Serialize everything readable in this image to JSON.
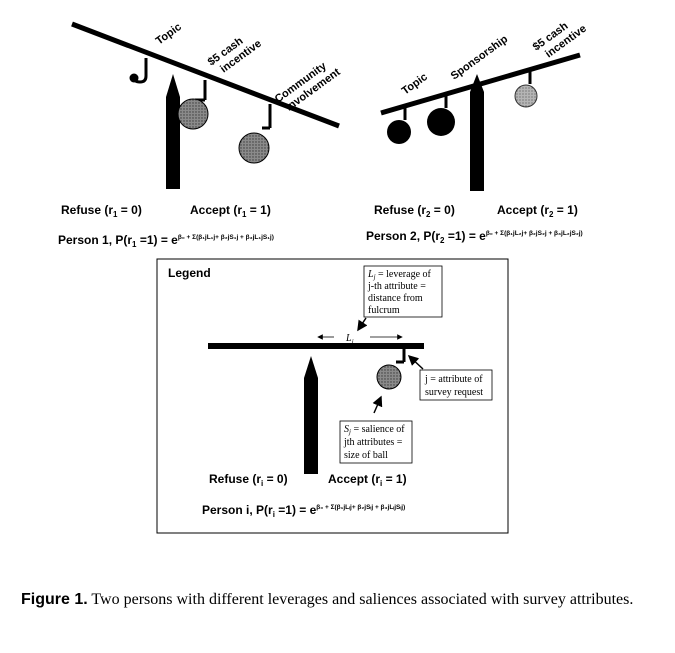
{
  "person1": {
    "attributes": [
      "Topic",
      "$5 cash incentive",
      "Community Involvement"
    ],
    "refuse_label": "Refuse (r",
    "accept_label": "Accept (r",
    "refuse_value": " = 0)",
    "accept_value": " = 1)",
    "formula_prefix": "Person 1, P(r",
    "formula_eq": " =1) = e",
    "formula_exp": "β₀ + Σ(β₁jL₁j+ β₂jS₁j + β₃jL₁jS₁j)",
    "subscript": "1"
  },
  "person2": {
    "attributes": [
      "Topic",
      "Sponsorship",
      "$5 cash incentive"
    ],
    "refuse_label": "Refuse (r",
    "accept_label": "Accept (r",
    "refuse_value": " = 0)",
    "accept_value": " = 1)",
    "formula_prefix": "Person 2, P(r",
    "formula_eq": " =1) = e",
    "formula_exp": "β₀ + Σ(β₁jL₂j+ β₂jS₂j + β₃jL₂jS₂j)",
    "subscript": "2"
  },
  "legend": {
    "title": "Legend",
    "lever_symbol": "L",
    "lever_note": [
      "= leverage of",
      "j-th attribute =",
      "distance from",
      "fulcrum"
    ],
    "attribute_note": [
      "j = attribute of",
      "survey request"
    ],
    "salience_note": [
      "= salience of",
      "jth attributes =",
      "size of ball"
    ],
    "refuse_label": "Refuse (r",
    "accept_label": "Accept (r",
    "refuse_value": " = 0)",
    "accept_value": " = 1)",
    "formula_prefix": "Person i, P(r",
    "formula_eq": " =1) = e",
    "formula_exp": "β₀ + Σ(β₁jLᵢj+ β₂jSᵢj + β₃jLᵢjSᵢj)",
    "subscript": "i"
  },
  "caption": {
    "label": "Figure 1.",
    "text": " Two persons with different leverages and saliences associated with survey attributes."
  },
  "colors": {
    "ink": "#000000",
    "ball_fill": "#777777",
    "ball_light": "#c8c8c8"
  }
}
